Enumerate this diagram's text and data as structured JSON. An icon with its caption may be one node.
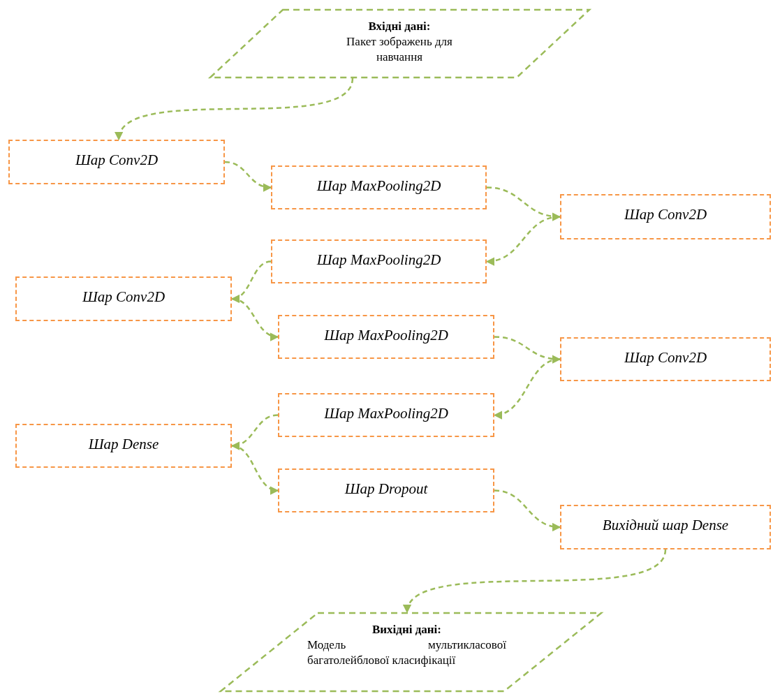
{
  "diagram": {
    "nodes": [
      {
        "text": [
          "Вхідні дані:",
          "Пакет зображень для навчання"
        ]
      },
      {
        "text": [
          "Шар Conv2D"
        ]
      },
      {
        "text": [
          "Шар MaxPooling2D"
        ]
      },
      {
        "text": [
          "Шар Conv2D"
        ]
      },
      {
        "text": [
          "Шар MaxPooling2D"
        ]
      },
      {
        "text": [
          "Шар Conv2D"
        ]
      },
      {
        "text": [
          "Шар MaxPooling2D"
        ]
      },
      {
        "text": [
          "Шар Conv2D"
        ]
      },
      {
        "text": [
          "Шар MaxPooling2D"
        ]
      },
      {
        "text": [
          "Шар Dense"
        ]
      },
      {
        "text": [
          "Шар Dropout"
        ]
      },
      {
        "text": [
          "Вихідний шар Dense"
        ]
      },
      {
        "text": [
          "Вихідні дані:",
          "Модель мультикласової багатолейблової класифікації"
        ]
      }
    ],
    "edges": [
      {
        "from": 0,
        "to": 1,
        "arrow": "to",
        "style": "dashed"
      },
      {
        "from": 1,
        "to": 2,
        "arrow": "to",
        "style": "dashed"
      },
      {
        "from": 2,
        "to": 3,
        "arrow": "to",
        "style": "dashed"
      },
      {
        "from": 3,
        "to": 4,
        "arrow": "to",
        "style": "dashed"
      },
      {
        "from": 4,
        "to": 5,
        "arrow": "to",
        "style": "dashed"
      },
      {
        "from": 5,
        "to": 6,
        "arrow": "to",
        "style": "dashed"
      },
      {
        "from": 6,
        "to": 7,
        "arrow": "to",
        "style": "dashed"
      },
      {
        "from": 7,
        "to": 8,
        "arrow": "to",
        "style": "dashed"
      },
      {
        "from": 8,
        "to": 9,
        "arrow": "to",
        "style": "dashed"
      },
      {
        "from": 9,
        "to": 10,
        "arrow": "to",
        "style": "dashed"
      },
      {
        "from": 10,
        "to": 11,
        "arrow": "to",
        "style": "dashed"
      },
      {
        "from": 11,
        "to": 12,
        "arrow": "to",
        "style": "dashed"
      }
    ]
  }
}
